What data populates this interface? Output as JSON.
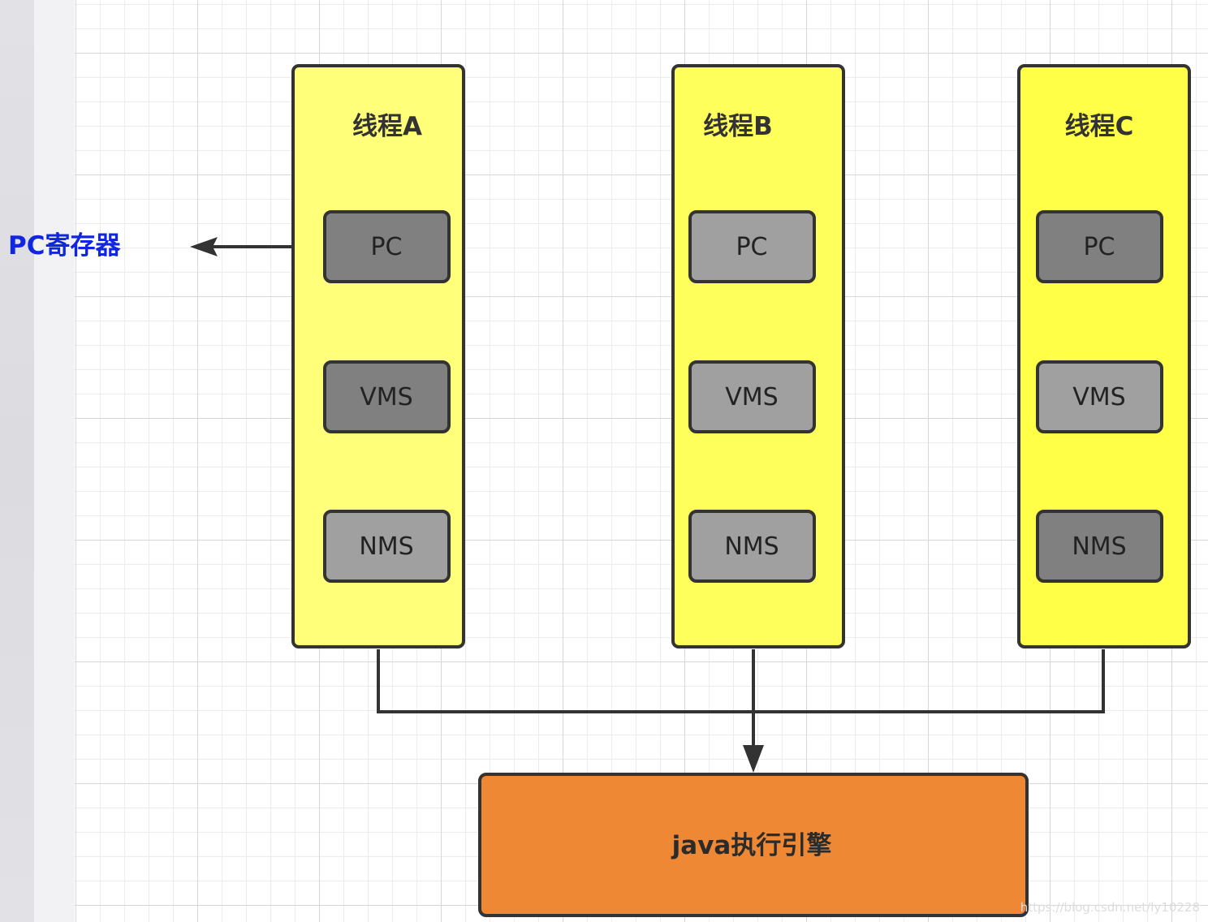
{
  "side_label": "PC寄存器",
  "threads": [
    {
      "title": "线程A",
      "fill": "#ffff7a",
      "blocks": [
        {
          "label": "PC",
          "fill": "#808080"
        },
        {
          "label": "VMS",
          "fill": "#808080"
        },
        {
          "label": "NMS",
          "fill": "#a0a0a0"
        }
      ]
    },
    {
      "title": "线程B",
      "fill": "#ffff5c",
      "blocks": [
        {
          "label": "PC",
          "fill": "#a0a0a0"
        },
        {
          "label": "VMS",
          "fill": "#a0a0a0"
        },
        {
          "label": "NMS",
          "fill": "#a0a0a0"
        }
      ]
    },
    {
      "title": "线程C",
      "fill": "#ffff48",
      "blocks": [
        {
          "label": "PC",
          "fill": "#808080"
        },
        {
          "label": "VMS",
          "fill": "#a0a0a0"
        },
        {
          "label": "NMS",
          "fill": "#808080"
        }
      ]
    }
  ],
  "engine": {
    "label": "java执行引擎",
    "fill": "#ef8834"
  },
  "watermark": "https://blog.csdn.net/ly10228",
  "colors": {
    "stroke": "#333333",
    "side_label": "#1026e0"
  }
}
